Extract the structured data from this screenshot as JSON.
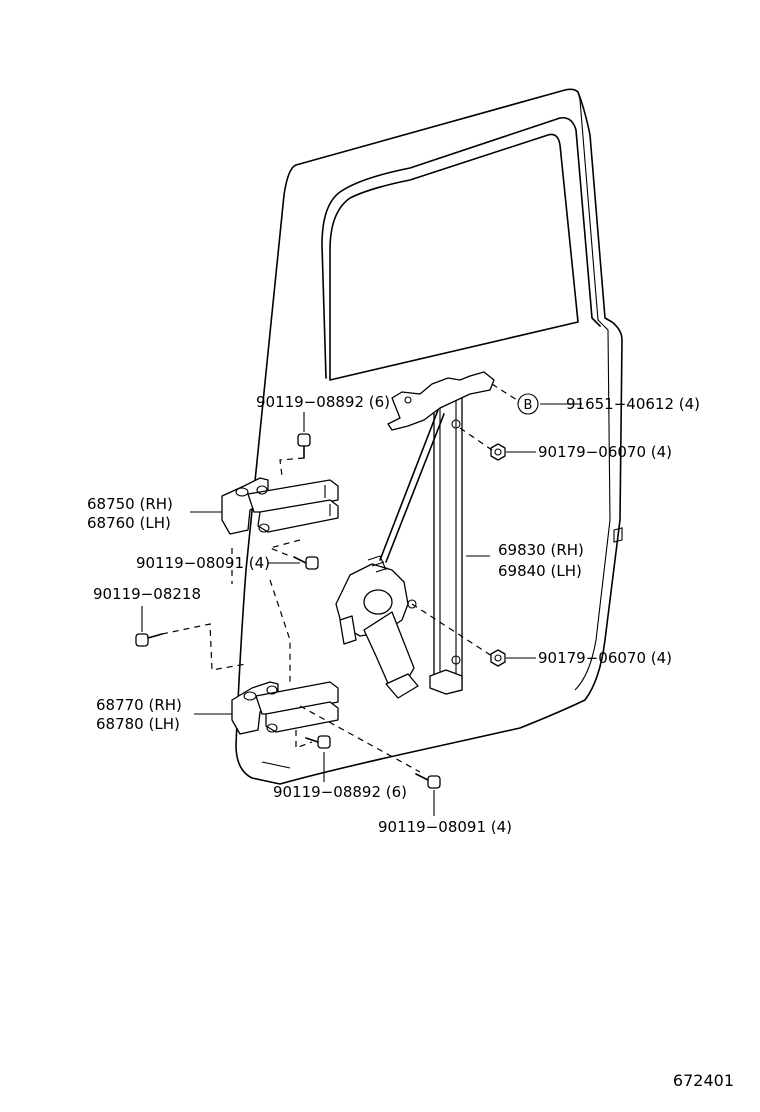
{
  "labels": {
    "bolt_upper_6": "90119−08892 (6)",
    "bolt_b_91651": "91651−40612 (4)",
    "nut_upper": "90179−06070 (4)",
    "hinge_upper_rh": "68750 (RH)",
    "hinge_upper_lh": "68760 (LH)",
    "regulator_rh": "69830 (RH)",
    "regulator_lh": "69840 (LH)",
    "bolt_upper_4": "90119−08091 (4)",
    "bolt_single": "90119−08218",
    "nut_lower": "90179−06070 (4)",
    "hinge_lower_rh": "68770 (RH)",
    "hinge_lower_lh": "68780 (LH)",
    "bolt_lower_6": "90119−08892 (6)",
    "bolt_lower_4": "90119−08091 (4)",
    "callout_b": "B"
  },
  "figure_code": "672401"
}
